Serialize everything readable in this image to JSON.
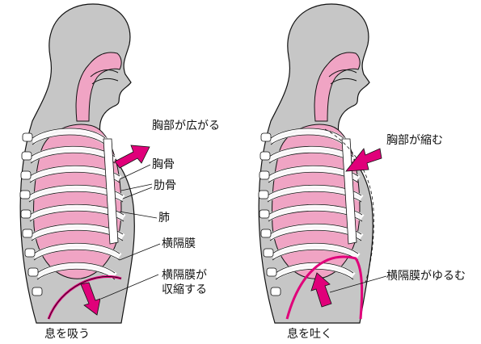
{
  "inhale": {
    "caption": "息を吸う",
    "labels": {
      "chest": "胸部が広がる",
      "sternum": "胸骨",
      "ribs": "肋骨",
      "lung": "肺",
      "diaphragm": "横隔膜",
      "diaphragm_action_line1": "横隔膜が",
      "diaphragm_action_line2": "収縮する"
    }
  },
  "exhale": {
    "caption": "息を吐く",
    "labels": {
      "chest": "胸部が縮む",
      "diaphragm": "横隔膜がゆるむ"
    }
  },
  "colors": {
    "body": "#c6c6c6",
    "lung": "#f0a4c4",
    "arrow": "#e0007a",
    "line": "#111111"
  }
}
